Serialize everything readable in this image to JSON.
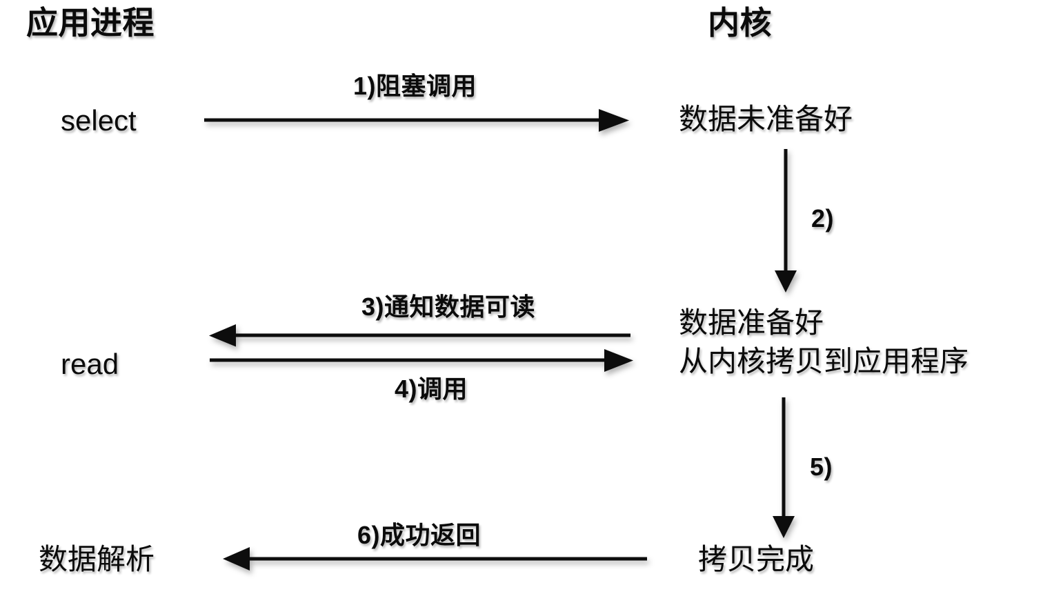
{
  "diagram": {
    "title_app": "应用进程",
    "title_kernel": "内核",
    "nodes": {
      "select": "select",
      "read": "read",
      "parse": "数据解析",
      "not_ready": "数据未准备好",
      "ready_line1": "数据准备好",
      "ready_line2": "从内核拷贝到应用程序",
      "copy_done": "拷贝完成"
    },
    "steps": {
      "s1": "1)阻塞调用",
      "s2": "2)",
      "s3": "3)通知数据可读",
      "s4": "4)调用",
      "s5": "5)",
      "s6": "6)成功返回"
    },
    "colors": {
      "ink": "#0b0b0b",
      "background": "#ffffff"
    }
  }
}
